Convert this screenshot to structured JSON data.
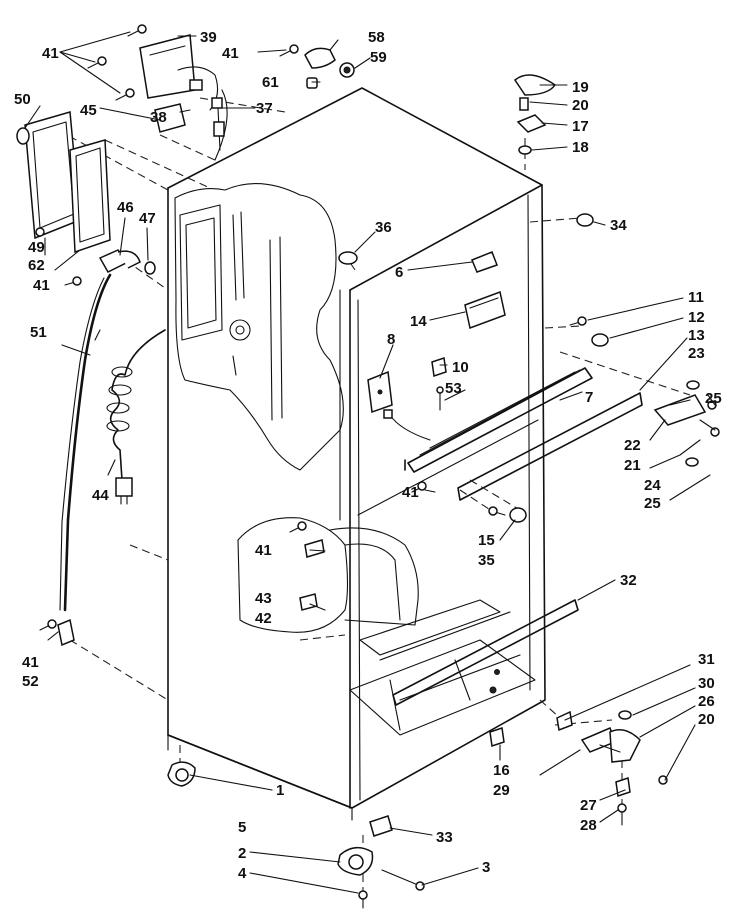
{
  "part_numbers": {
    "p1": "1",
    "p2": "2",
    "p3": "3",
    "p4": "4",
    "p5": "5",
    "p6": "6",
    "p7": "7",
    "p8": "8",
    "p10": "10",
    "p11": "11",
    "p12": "12",
    "p13": "13",
    "p14": "14",
    "p15": "15",
    "p16": "16",
    "p17": "17",
    "p18": "18",
    "p19": "19",
    "p20": "20",
    "p20b": "20",
    "p21": "21",
    "p22": "22",
    "p23": "23",
    "p24": "24",
    "p25": "25",
    "p25b": "25",
    "p26": "26",
    "p27": "27",
    "p28": "28",
    "p29": "29",
    "p30": "30",
    "p31": "31",
    "p32": "32",
    "p33": "33",
    "p34": "34",
    "p35": "35",
    "p36": "36",
    "p37": "37",
    "p38": "38",
    "p39": "39",
    "p41a": "41",
    "p41b": "41",
    "p41c": "41",
    "p41d": "41",
    "p41e": "41",
    "p41f": "41",
    "p42": "42",
    "p43": "43",
    "p44": "44",
    "p45": "45",
    "p46": "46",
    "p47": "47",
    "p49": "49",
    "p50": "50",
    "p51": "51",
    "p52": "52",
    "p53": "53",
    "p58": "58",
    "p59": "59",
    "p61": "61",
    "p62": "62"
  }
}
